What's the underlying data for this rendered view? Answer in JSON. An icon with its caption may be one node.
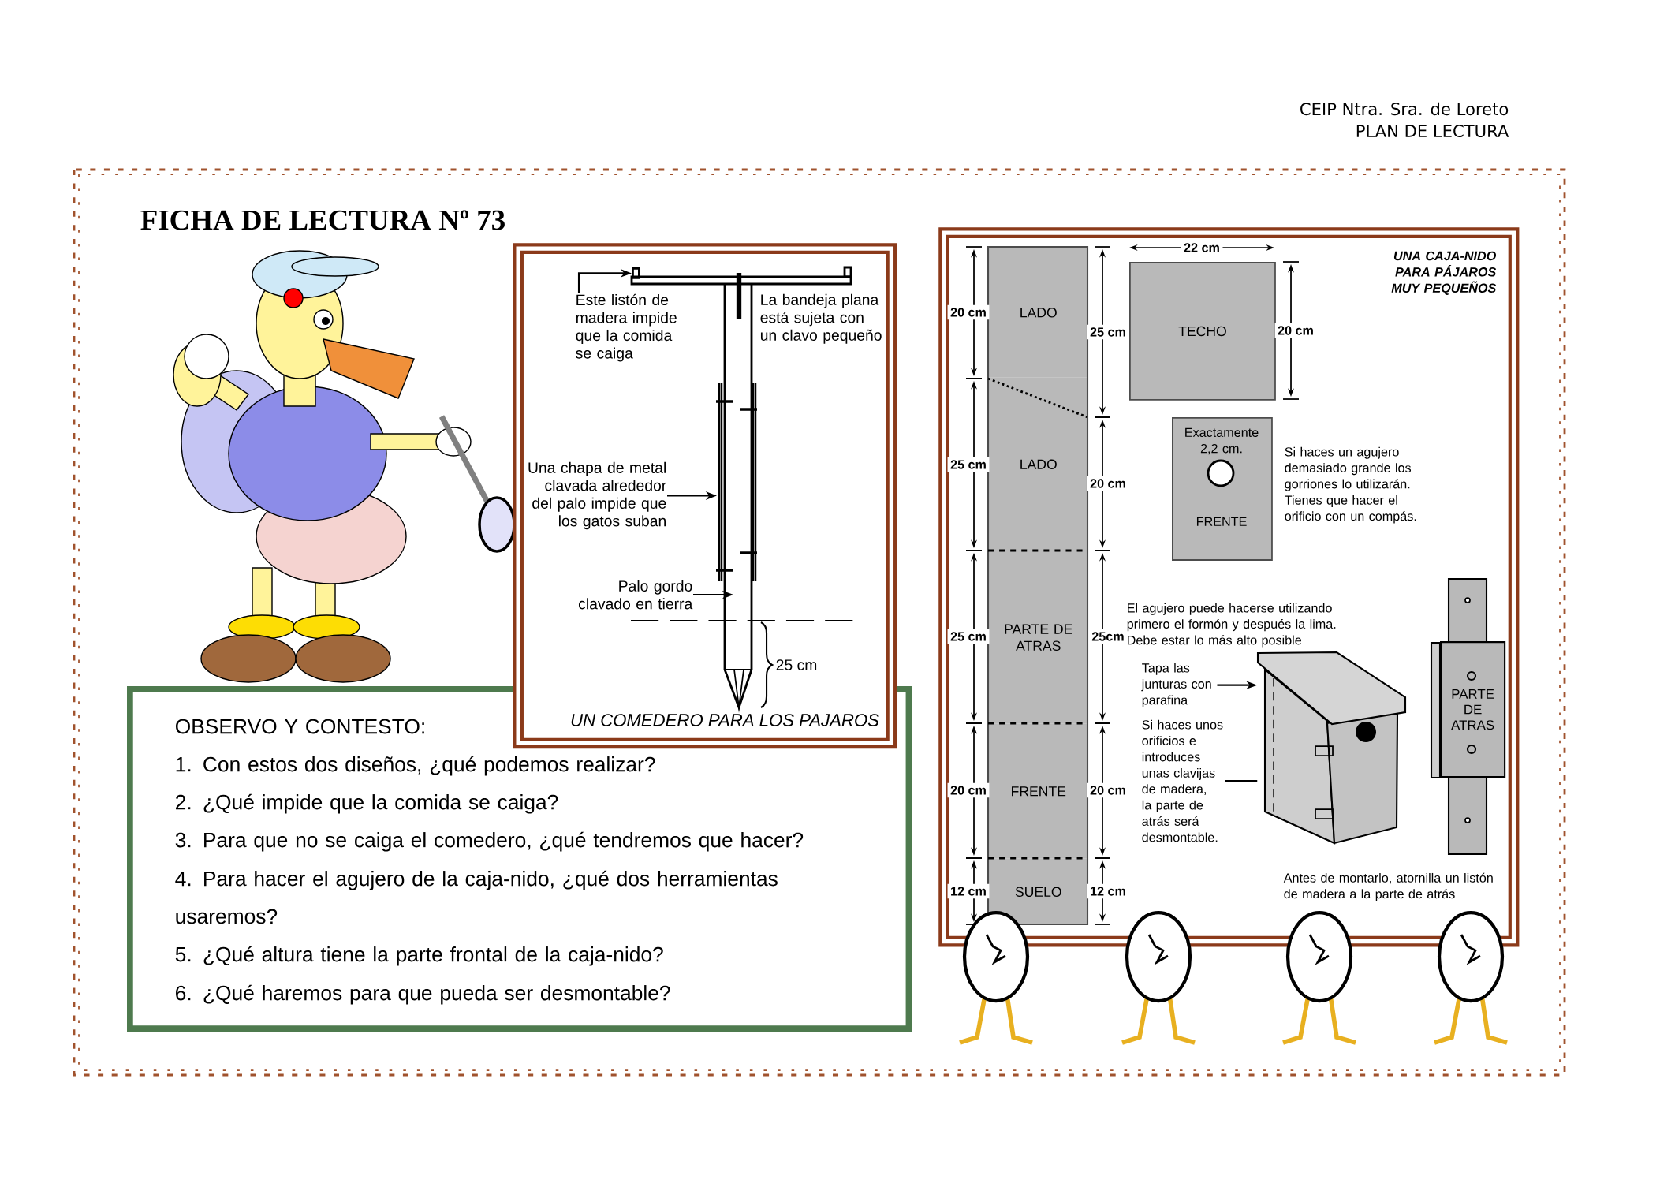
{
  "diagram": {
    "title": "FICHA DE LECTURA Nº 73",
    "nodes": [
      {
        "text": [
          "UN COMEDERO PARA LOS PAJAROS"
        ]
      },
      {
        "text": [
          "Este listón de madera impide que la comida se caiga"
        ],
        "in": 0
      },
      {
        "text": [
          "La bandeja plana está sujeta con un clavo pequeño"
        ],
        "in": 0
      },
      {
        "text": [
          "Una chapa de metal clavada alrededor del palo impide que los gatos suban"
        ],
        "in": 0
      },
      {
        "text": [
          "Palo gordo clavado en tierra"
        ],
        "in": 0
      },
      {
        "text": [
          "OBSERVO Y CONTESTO:",
          "1. Con estos dos diseños, ¿qué podemos realizar?",
          "2. ¿Qué impide que la comida se caiga?",
          "3. Para que no se caiga el comedero, ¿qué tendremos que hacer?",
          "4. Para hacer el agujero de la caja-nido, ¿qué dos herramientas usaremos?",
          "5. ¿Qué altura tiene la parte frontal de la caja-nido?",
          "6. ¿Qué haremos para que pueda ser desmontable?"
        ]
      },
      {
        "text": [
          "UNA CAJA-NIDO PARA PÁJAROS MUY PEQUEÑOS"
        ]
      },
      {
        "text": [
          "LADO"
        ],
        "in": 6
      },
      {
        "text": [
          "LADO"
        ],
        "in": 6
      },
      {
        "text": [
          "PARTE DE ATRAS"
        ],
        "in": 6
      },
      {
        "text": [
          "FRENTE"
        ],
        "in": 6
      },
      {
        "text": [
          "SUELO"
        ],
        "in": 6
      },
      {
        "text": [
          "TECHO"
        ],
        "in": 6
      },
      {
        "text": [
          "Exactamente 2,2 cm.",
          "FRENTE"
        ],
        "in": 6
      },
      {
        "text": [
          "Tapa las junturas con parafina"
        ],
        "in": 6
      },
      {
        "text": [
          "Si haces unos orificios e introduces unas clavijas de madera, la parte de atrás será desmontable."
        ],
        "in": 6
      },
      {
        "text": [],
        "shape": "picture",
        "in": 6
      },
      {
        "text": [
          "PARTE DE ATRAS"
        ],
        "in": 6
      },
      {
        "text": [],
        "shape": "bar",
        "in": 0
      }
    ],
    "edges": [
      {
        "from": 1,
        "to": 18,
        "arrow": "to"
      },
      {
        "from": 3,
        "to": null,
        "arrow": "to"
      },
      {
        "from": 4,
        "to": null,
        "arrow": "to"
      },
      {
        "from": 14,
        "to": 16,
        "arrow": "to"
      },
      {
        "from": 15,
        "to": 16,
        "arrow": "none"
      }
    ],
    "labels": [
      "CEIP Ntra. Sra. de Loreto",
      "PLAN DE LECTURA",
      "25 cm",
      "20 cm",
      "25 cm",
      "25 cm",
      "20 cm",
      "12 cm",
      "25 cm",
      "20 cm",
      "25cm",
      "20 cm",
      "12 cm",
      "22 cm",
      "20 cm",
      "Si haces un agujero demasiado grande los gorriones lo utilizarán. Tienes que hacer el orificio con un compás.",
      "El agujero puede hacerse utilizando primero el formón y después la lima. Debe estar lo más alto posible",
      "Antes de montarlo, atornilla un listón de madera a la parte de atrás"
    ]
  }
}
